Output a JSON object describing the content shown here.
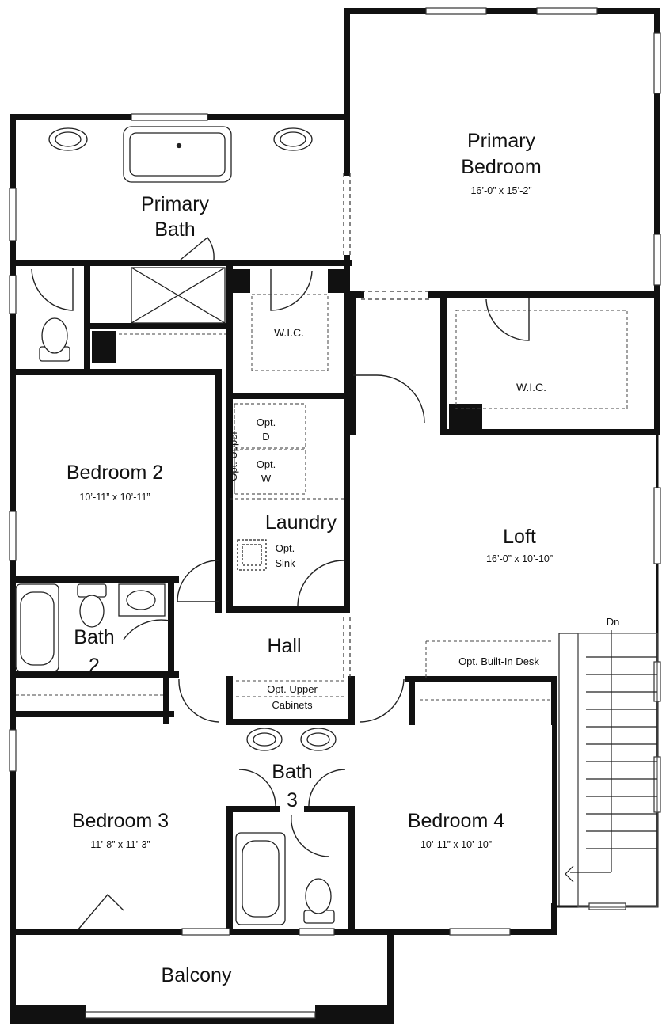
{
  "rooms": {
    "primary_bedroom": {
      "name_line1": "Primary",
      "name_line2": "Bedroom",
      "dimensions": "16’-0” x 15’-2”"
    },
    "primary_bath": {
      "name_line1": "Primary",
      "name_line2": "Bath"
    },
    "wic_left": {
      "name": "W.I.C."
    },
    "wic_right": {
      "name": "W.I.C."
    },
    "bedroom2": {
      "name": "Bedroom 2",
      "dimensions": "10’-11” x 10’-11”"
    },
    "laundry": {
      "name": "Laundry"
    },
    "loft": {
      "name": "Loft",
      "dimensions": "16’-0” x 10’-10”"
    },
    "bath2": {
      "name_line1": "Bath",
      "name_line2": "2"
    },
    "hall": {
      "name": "Hall"
    },
    "bath3": {
      "name_line1": "Bath",
      "name_line2": "3"
    },
    "bedroom3": {
      "name": "Bedroom 3",
      "dimensions": "11’-8” x 11’-3”"
    },
    "bedroom4": {
      "name": "Bedroom 4",
      "dimensions": "10’-11” x 10’-10”"
    },
    "balcony": {
      "name": "Balcony"
    }
  },
  "options": {
    "opt_upper_laundry": "Opt. Upper",
    "opt_dryer_line1": "Opt.",
    "opt_dryer_line2": "D",
    "opt_washer_line1": "Opt.",
    "opt_washer_line2": "W",
    "opt_sink_line1": "Opt.",
    "opt_sink_line2": "Sink",
    "opt_upper_cabinets_line1": "Opt. Upper",
    "opt_upper_cabinets_line2": "Cabinets",
    "opt_built_in_desk": "Opt. Built-In Desk"
  },
  "stairs": {
    "label": "Dn"
  },
  "colors": {
    "wall": "#111111",
    "background": "#ffffff",
    "fixture": "#222222",
    "window_fill": "#ffffff"
  }
}
